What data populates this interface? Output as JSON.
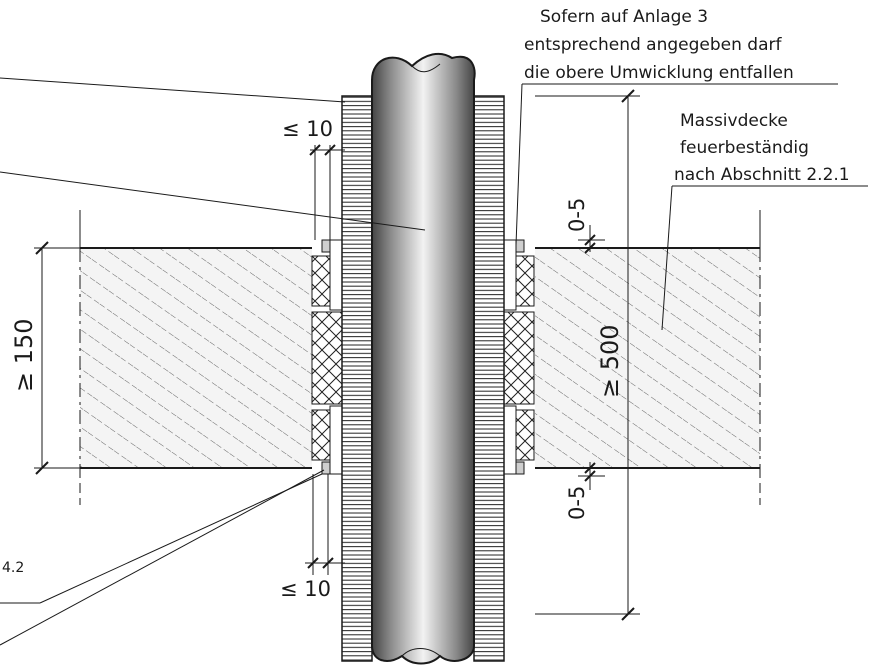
{
  "labels": {
    "note_line1": "Sofern auf Anlage 3",
    "note_line2": "entsprechend angegeben darf",
    "note_line3": "die obere Umwicklung entfallen",
    "slab_line1": "Massivdecke",
    "slab_line2": "feuerbeständig",
    "slab_line3": "nach Abschnitt 2.2.1",
    "partial_ref": "4.2"
  },
  "dimensions": {
    "gap_top": "≤ 10",
    "gap_bottom": "≤ 10",
    "slab_thickness": "≥ 150",
    "wrap_length": "≥ 500",
    "clearance_top": "0-5",
    "clearance_bottom": "0-5"
  },
  "colors": {
    "line": "#1a1a1a",
    "slab_fill": "#f4f4f4",
    "hatch": "#555555",
    "sleeve_stripe": "#222222",
    "washer": "#cfcfcf"
  }
}
